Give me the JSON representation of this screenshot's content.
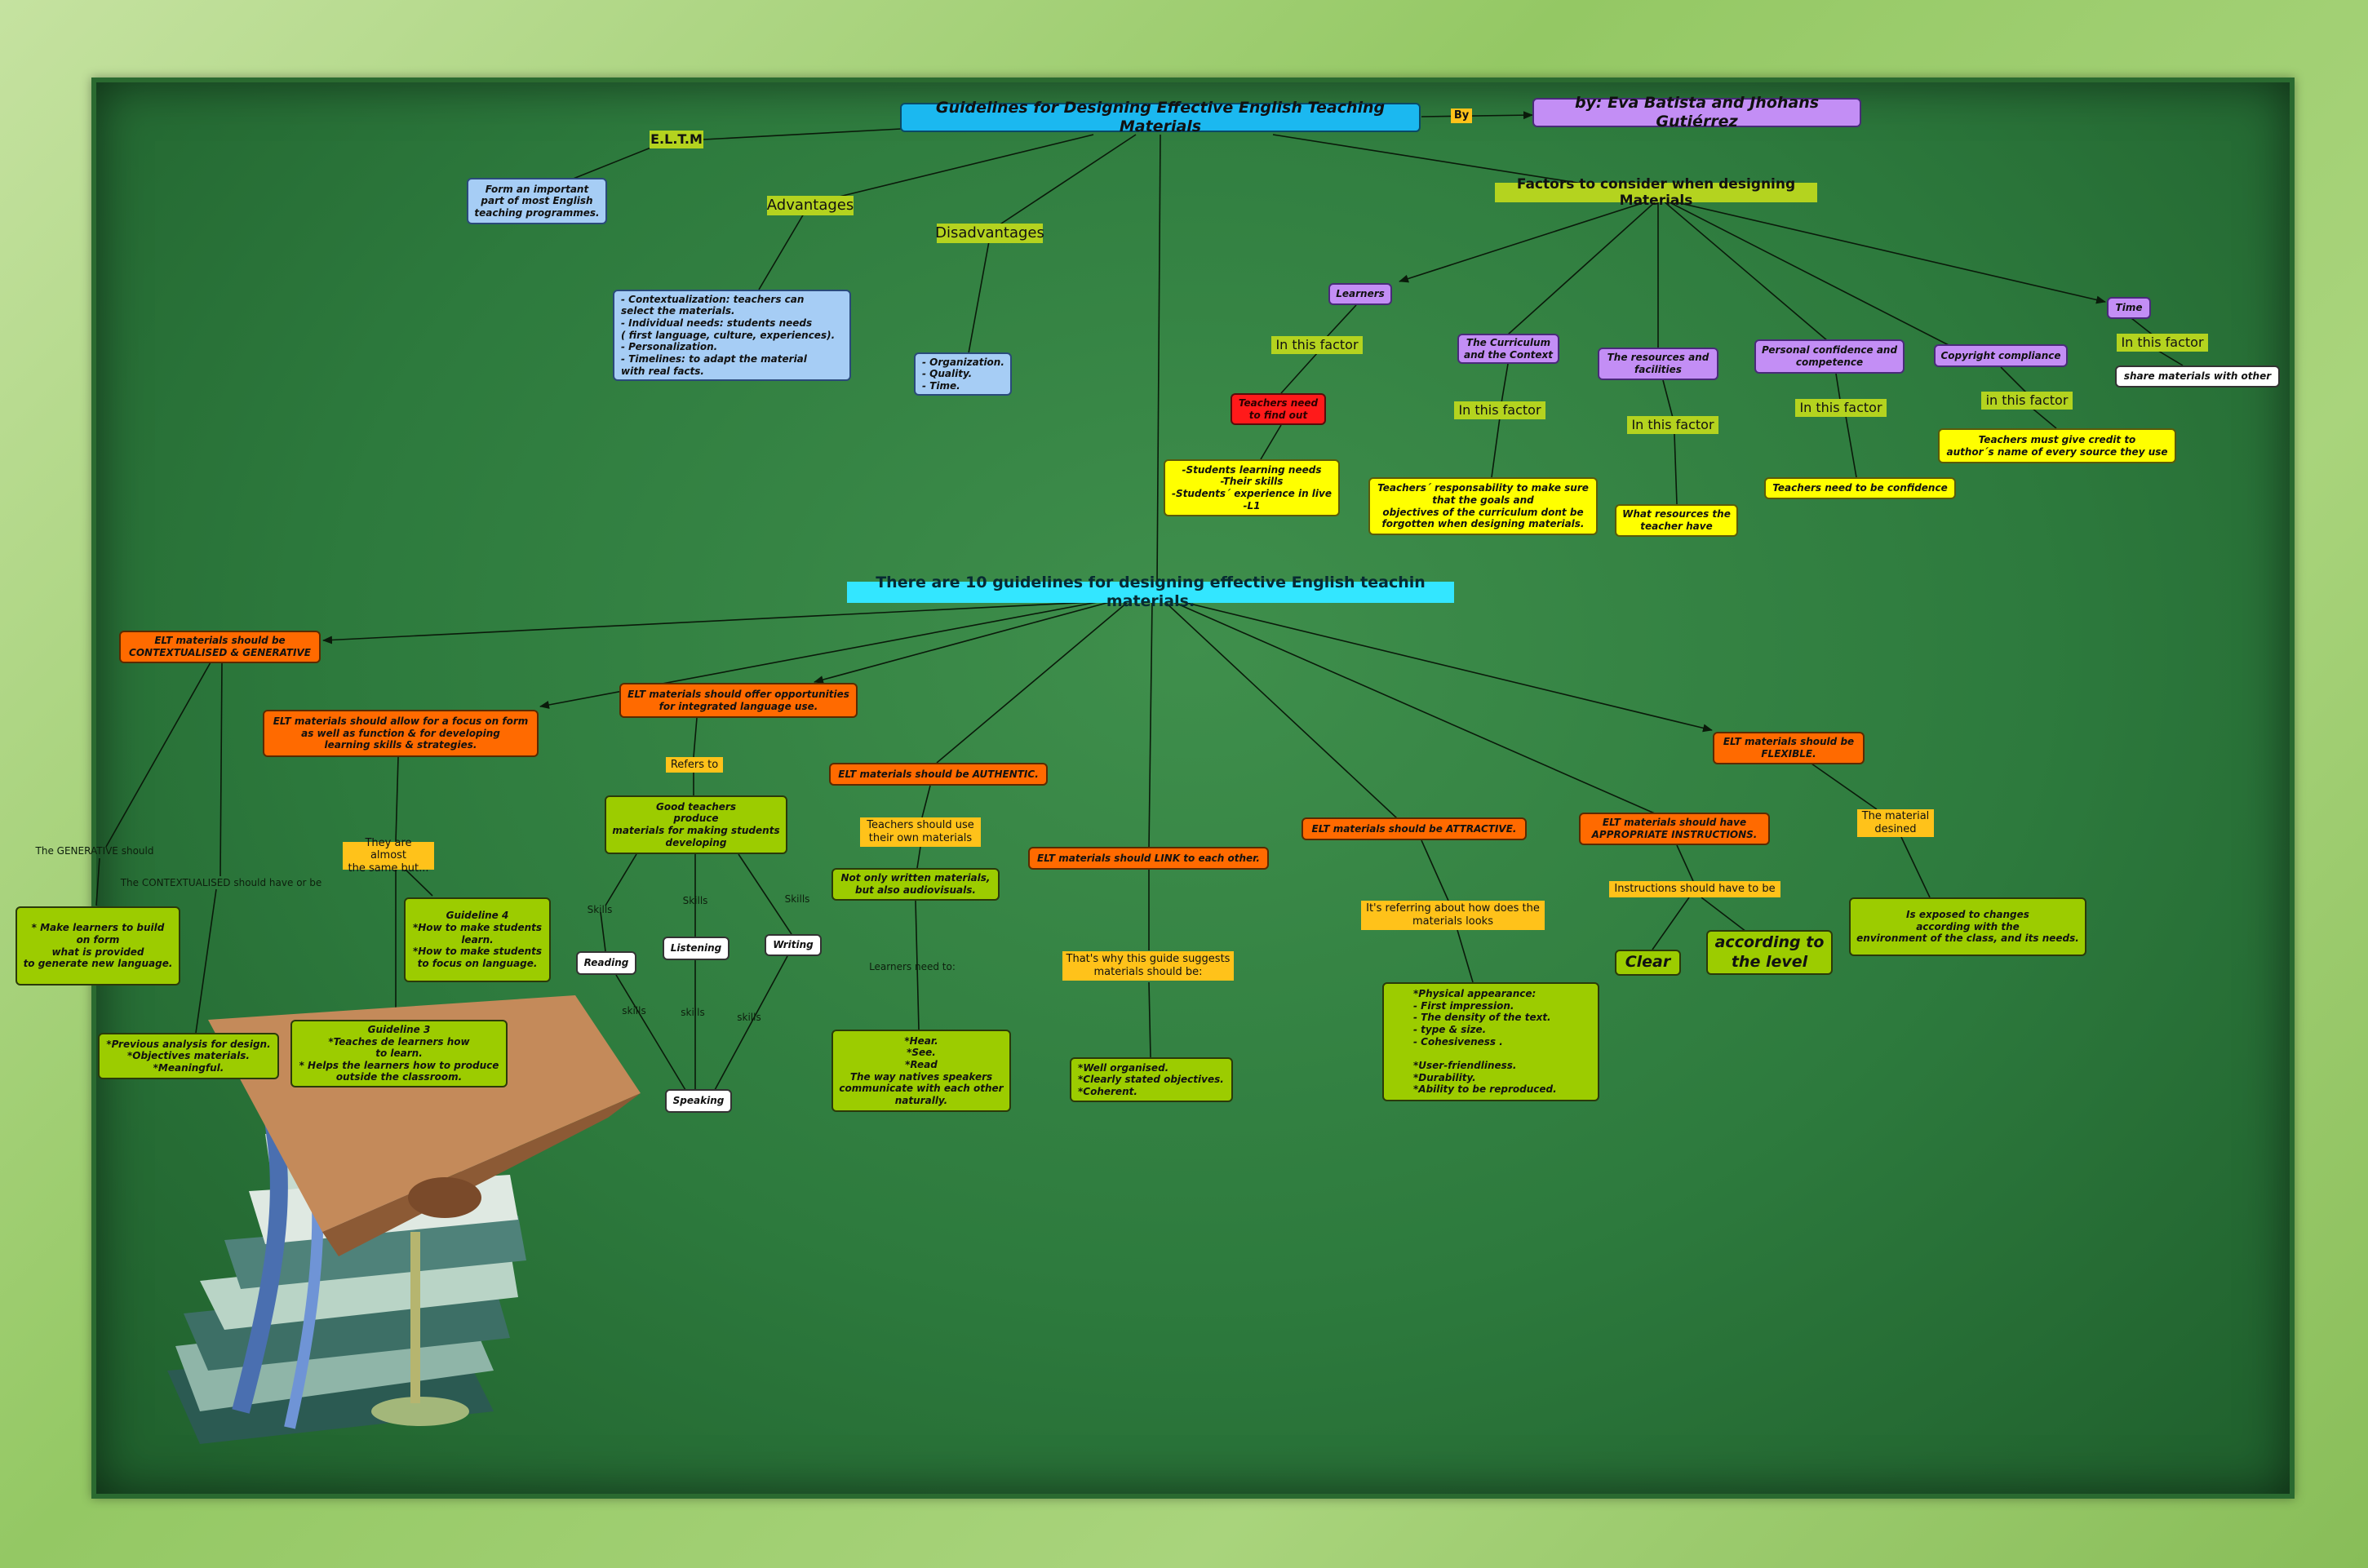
{
  "colors": {
    "board": "#2d7a3d",
    "frame": "#9ccb6a",
    "title_blue": "#1bb8f0",
    "purple": "#c38ef5",
    "lightblue": "#a6cdf5",
    "yellow": "#ffff00",
    "orange": "#ff6a00",
    "red": "#ff1a1a",
    "lime": "#9ccc00",
    "white": "#ffffff",
    "label_olive": "#b4d31f",
    "label_amber": "#ffc21a",
    "cyan_label": "#33e6ff"
  },
  "title": "Guidelines for Designing Effective English Teaching Materials",
  "by_label": "By",
  "authors": "by: Eva Batista and Jhohans Gutiérrez",
  "labels": {
    "eltm": "E.L.T.M",
    "advantages": "Advantages",
    "disadvantages": "Disadvantages",
    "factors": "Factors to consider when designing Materials",
    "guidelines_intro": "There are 10 guidelines for designing effective English teachin materials.",
    "in_factor_1": "In this factor",
    "in_factor_2": "In this factor",
    "in_factor_3": "In this factor",
    "in_factor_4": "In this factor",
    "in_factor_5": "in this factor",
    "in_factor_6": "In this factor",
    "generative_should": "The GENERATIVE should",
    "contextualised_should": "The CONTEXTUALISED should have or be",
    "almost_same": "They are almost\nthe same but...",
    "refers_to": "Refers to",
    "skills_1": "Skills",
    "skills_2": "Skills",
    "skills_3": "Skills",
    "skills_4": "skills",
    "skills_5": "skills",
    "skills_6": "skills",
    "teachers_should_use": "Teachers should use\ntheir own materials",
    "learners_need": "Learners need to:",
    "thats_why": "That's why this guide suggests\nmaterials should be:",
    "referring_about": "It's referring about how does the\nmaterials looks",
    "instructions_should": "Instructions should have to be",
    "material_desined": "The material\ndesined"
  },
  "nodes": {
    "form_important": "Form an important\npart of most English\nteaching programmes.",
    "advantages_list": "- Contextualization: teachers can\n   select the materials.\n- Individual needs: students needs\n  ( first language, culture, experiences).\n- Personalization.\n- Timelines: to adapt the material\n   with real facts.",
    "disadvantages_list": "- Organization.\n- Quality.\n- Time.",
    "learners": "Learners",
    "curriculum": "The Curriculum\nand the Context",
    "resources": "The resources and\nfacilities",
    "confidence": "Personal confidence and\ncompetence",
    "copyright": "Copyright compliance",
    "time": "Time",
    "share_materials": "share materials with other",
    "teachers_find_out": "Teachers need\nto find out",
    "students_needs": "-Students learning needs\n-Their skills\n-Students´ experience in live\n-L1",
    "curriculum_resp": "Teachers´ responsability to make sure\nthat the goals and\nobjectives of the curriculum dont be\nforgotten when designing materials.",
    "what_resources": "What resources the\nteacher have",
    "need_confidence": "Teachers need to be confidence",
    "give_credit": "Teachers must give credit to\nauthor´s name of every source they use",
    "contextualised_generative": "ELT materials should be\nCONTEXTUALISED & GENERATIVE",
    "focus_on_form": "ELT materials should allow for a focus on form\nas well as function & for developing\nlearning skills & strategies.",
    "integrated": "ELT materials should offer opportunities\nfor integrated language use.",
    "authentic": "ELT materials should be AUTHENTIC.",
    "link": "ELT materials should LINK to each other.",
    "attractive": "ELT materials should be ATTRACTIVE.",
    "instructions": "ELT materials should have\nAPPROPRIATE INSTRUCTIONS.",
    "flexible": "ELT materials should be\nFLEXIBLE.",
    "make_learners_build": "* Make learners to build\non form\nwhat is provided\nto generate new language.",
    "previous_analysis": "*Previous analysis for design.\n*Objectives materials.\n*Meaningful.",
    "guideline4": "Guideline 4\n*How to make students\nlearn.\n*How to make students\nto focus on language.",
    "guideline3": "Guideline 3\n*Teaches de learners how\nto learn.\n* Helps the learners how to produce\noutside the classroom.",
    "good_teachers": "Good teachers\nproduce\nmaterials for making students\ndeveloping",
    "reading": "Reading",
    "listening": "Listening",
    "writing": "Writing",
    "speaking": "Speaking",
    "not_only_written": "Not only written materials,\nbut also audiovisuals.",
    "hear_see_read": "*Hear.\n*See.\n*Read\nThe way natives speakers\ncommunicate with each other\nnaturally.",
    "well_organised": "*Well organised.\n*Clearly stated objectives.\n*Coherent.",
    "physical_appearance": "*Physical appearance:\n               - First impression.\n               - The density of the text.\n               - type & size.\n               - Cohesiveness .\n\n*User-friendliness.\n*Durability.\n*Ability to be reproduced.",
    "clear": "Clear",
    "according_level": "according to\nthe level",
    "exposed_changes": "Is exposed to changes\naccording with the\nenvironment of the class, and its needs."
  }
}
